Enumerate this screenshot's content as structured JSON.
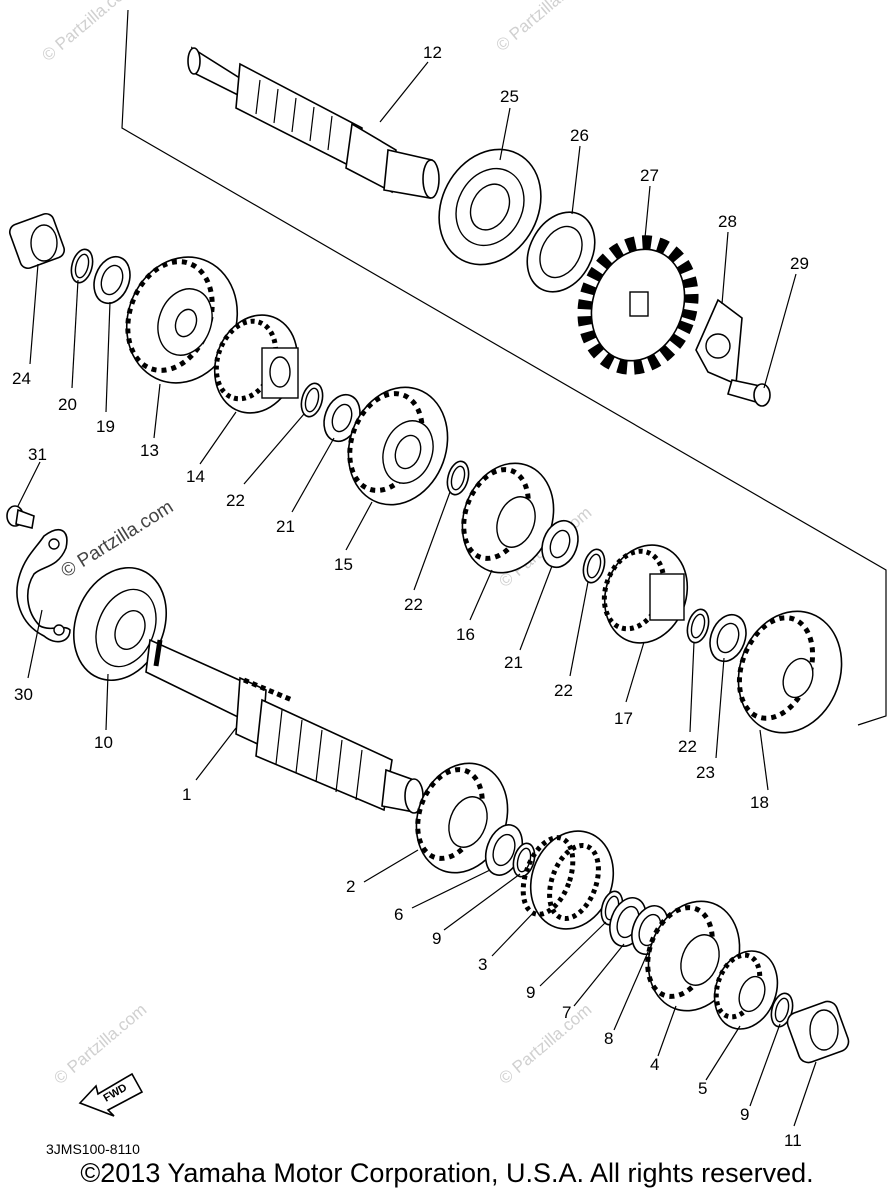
{
  "diagram": {
    "callouts": [
      "12",
      "25",
      "26",
      "27",
      "28",
      "29",
      "24",
      "20",
      "19",
      "13",
      "14",
      "22",
      "21",
      "15",
      "22",
      "16",
      "21",
      "22",
      "17",
      "22",
      "23",
      "18",
      "31",
      "30",
      "10",
      "1",
      "2",
      "6",
      "9",
      "3",
      "9",
      "7",
      "8",
      "4",
      "5",
      "9",
      "11"
    ],
    "watermark": "© Partzilla.com",
    "fwd_label": "FWD",
    "drawing_code": "3JMS100-8110",
    "copyright": "©2013 Yamaha Motor Corporation, U.S.A. All rights reserved."
  }
}
